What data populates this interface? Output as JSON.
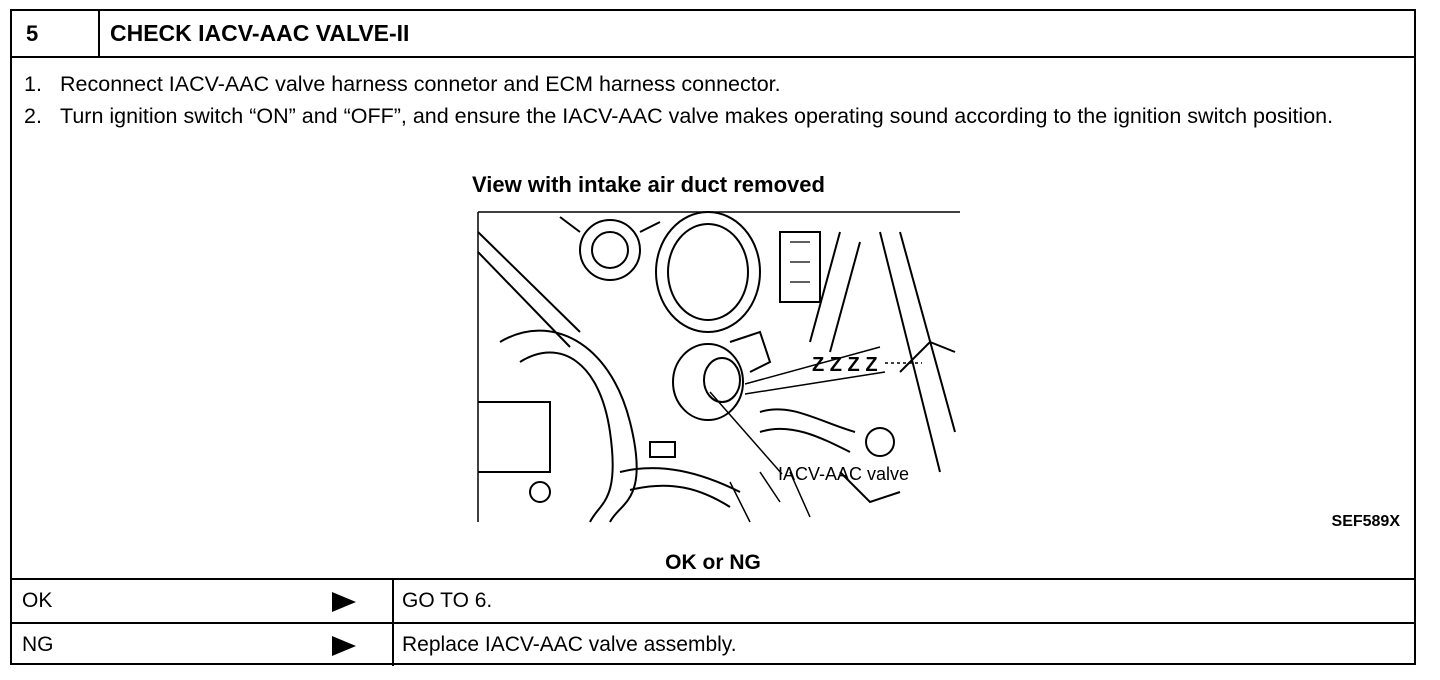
{
  "header": {
    "step_number": "5",
    "title": "CHECK IACV-AAC VALVE-II"
  },
  "steps": [
    {
      "num": "1.",
      "text": "Reconnect IACV-AAC valve harness connetor and ECM harness connector."
    },
    {
      "num": "2.",
      "text": "Turn ignition switch “ON” and “OFF”, and ensure the IACV-AAC valve makes operating sound according to the ignition switch position."
    }
  ],
  "figure": {
    "caption": "View with intake air duct removed",
    "callout": "IACV-AAC valve",
    "sound": "Z Z Z Z",
    "code": "SEF589X"
  },
  "result_prompt": "OK or NG",
  "results": [
    {
      "label": "OK",
      "action": "GO TO 6."
    },
    {
      "label": "NG",
      "action": "Replace IACV-AAC valve assembly."
    }
  ]
}
